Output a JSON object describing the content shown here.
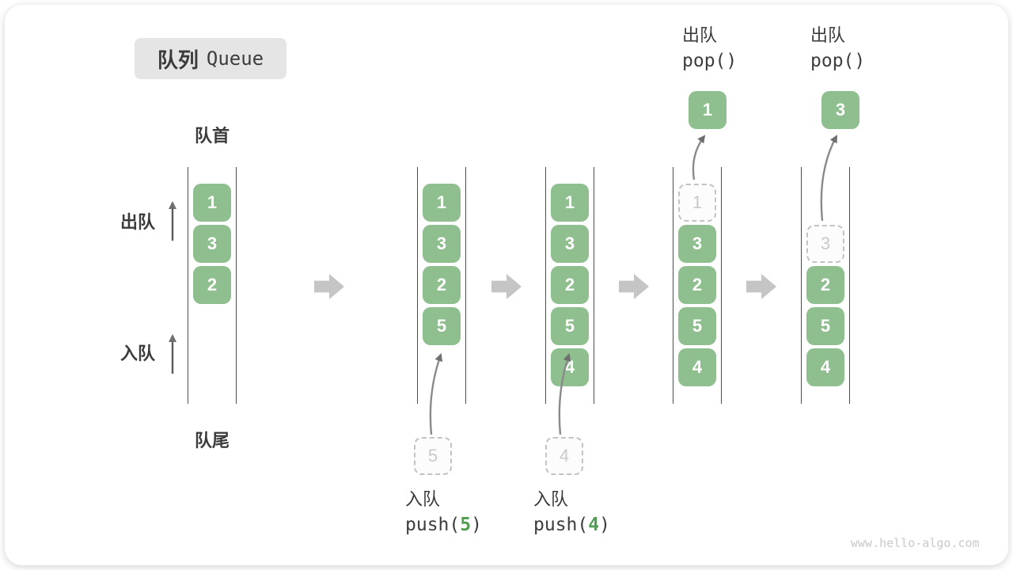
{
  "title": {
    "zh": "队列",
    "en": "Queue"
  },
  "labels": {
    "front": "队首",
    "rear": "队尾",
    "dequeue_side": "出队",
    "enqueue_side": "入队"
  },
  "annotations": {
    "push5": {
      "label": "入队",
      "code_before": "push(",
      "arg": "5",
      "code_after": ")"
    },
    "push4": {
      "label": "入队",
      "code_before": "push(",
      "arg": "4",
      "code_after": ")"
    },
    "pop1": {
      "label": "出队",
      "code": "pop()"
    },
    "pop2": {
      "label": "出队",
      "code": "pop()"
    }
  },
  "states": [
    {
      "slots": [
        "1",
        "3",
        "2"
      ]
    },
    {
      "slots": [
        "1",
        "3",
        "2",
        "5"
      ],
      "staged": "5"
    },
    {
      "slots": [
        "1",
        "3",
        "2",
        "5",
        "4"
      ],
      "staged": "4"
    },
    {
      "popped": "1",
      "ghost": "1",
      "slots": [
        "3",
        "2",
        "5",
        "4"
      ]
    },
    {
      "popped": "3",
      "ghost": "3",
      "slots": [
        "2",
        "5",
        "4"
      ]
    }
  ],
  "watermark": "www.hello-algo.com",
  "colors": {
    "box_green": "#8fbf8f",
    "accent_green": "#4f9e53",
    "rail_gray": "#4d4d4d",
    "block_arrow_gray": "#c5c5c5",
    "badge_gray": "#e5e5e5",
    "ghost_gray": "#c3c3c3"
  }
}
